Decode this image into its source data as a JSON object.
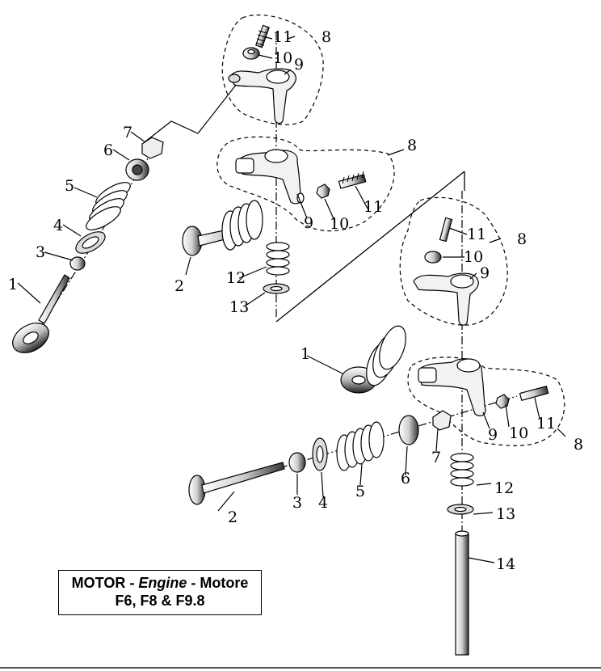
{
  "title": {
    "part1": "MOTOR - ",
    "part2": "Engine",
    "part3": " - Motore",
    "models": "F6, F8 & F9.8"
  },
  "callouts": {
    "tl_1": "1",
    "tl_2": "2",
    "tl_3": "3",
    "tl_4": "4",
    "tl_5": "5",
    "tl_6": "6",
    "tl_7": "7",
    "tl_8a": "8",
    "tl_8b": "8",
    "tl_9a": "9",
    "tl_9b": "9",
    "tl_10a": "10",
    "tl_10b": "10",
    "tl_11a": "11",
    "tl_11b": "11",
    "tl_12": "12",
    "tl_13": "13",
    "br_1": "1",
    "br_2": "2",
    "br_3": "3",
    "br_4": "4",
    "br_5": "5",
    "br_6": "6",
    "br_7": "7",
    "br_8a": "8",
    "br_8b": "8",
    "br_9a": "9",
    "br_9b": "9",
    "br_10a": "10",
    "br_10b": "10",
    "br_11a": "11",
    "br_11b": "11",
    "br_12": "12",
    "br_13": "13",
    "br_14": "14"
  }
}
